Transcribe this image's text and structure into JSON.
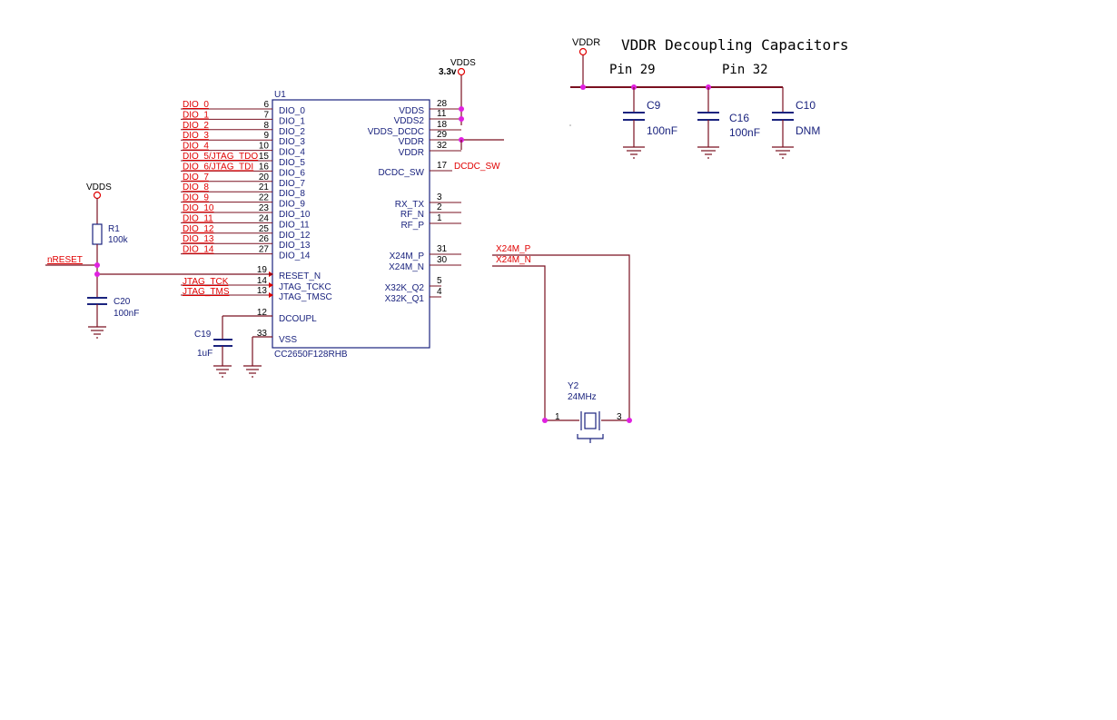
{
  "title": {
    "vddr_label": "VDDR",
    "heading": "VDDR Decoupling Capacitors",
    "pin29": "Pin 29",
    "pin32": "Pin 32"
  },
  "decoupling": [
    {
      "ref": "C9",
      "value": "100nF"
    },
    {
      "ref": "C16",
      "value": "100nF"
    },
    {
      "ref": "C10",
      "value": "DNM"
    }
  ],
  "u1": {
    "ref": "U1",
    "part": "CC2650F128RHB",
    "supply_label": "VDDS",
    "supply_voltage": "3.3v",
    "left_pins": [
      {
        "num": "6",
        "name": "DIO_0",
        "net": "DIO_0"
      },
      {
        "num": "7",
        "name": "DIO_1",
        "net": "DIO_1"
      },
      {
        "num": "8",
        "name": "DIO_2",
        "net": "DIO_2"
      },
      {
        "num": "9",
        "name": "DIO_3",
        "net": "DIO_3"
      },
      {
        "num": "10",
        "name": "DIO_4",
        "net": "DIO_4"
      },
      {
        "num": "15",
        "name": "DIO_5",
        "net": "DIO_5/JTAG_TDO"
      },
      {
        "num": "16",
        "name": "DIO_6",
        "net": "DIO_6/JTAG_TDI"
      },
      {
        "num": "20",
        "name": "DIO_7",
        "net": "DIO_7"
      },
      {
        "num": "21",
        "name": "DIO_8",
        "net": "DIO_8"
      },
      {
        "num": "22",
        "name": "DIO_9",
        "net": "DIO_9"
      },
      {
        "num": "23",
        "name": "DIO_10",
        "net": "DIO_10"
      },
      {
        "num": "24",
        "name": "DIO_11",
        "net": "DIO_11"
      },
      {
        "num": "25",
        "name": "DIO_12",
        "net": "DIO_12"
      },
      {
        "num": "26",
        "name": "DIO_13",
        "net": "DIO_13"
      },
      {
        "num": "27",
        "name": "DIO_14",
        "net": "DIO_14"
      }
    ],
    "ctrl_pins": [
      {
        "num": "19",
        "name": "RESET_N",
        "net": ""
      },
      {
        "num": "14",
        "name": "JTAG_TCKC",
        "net": "JTAG_TCK"
      },
      {
        "num": "13",
        "name": "JTAG_TMSC",
        "net": "JTAG_TMS"
      },
      {
        "num": "12",
        "name": "DCOUPL",
        "net": ""
      },
      {
        "num": "33",
        "name": "VSS",
        "net": ""
      }
    ],
    "right_pins": [
      {
        "num": "28",
        "name": "VDDS"
      },
      {
        "num": "11",
        "name": "VDDS2"
      },
      {
        "num": "18",
        "name": "VDDS_DCDC"
      },
      {
        "num": "29",
        "name": "VDDR"
      },
      {
        "num": "32",
        "name": "VDDR"
      },
      {
        "num": "17",
        "name": "DCDC_SW"
      },
      {
        "num": "3",
        "name": "RX_TX"
      },
      {
        "num": "2",
        "name": "RF_N"
      },
      {
        "num": "1",
        "name": "RF_P"
      },
      {
        "num": "31",
        "name": "X24M_P"
      },
      {
        "num": "30",
        "name": "X24M_N"
      },
      {
        "num": "5",
        "name": "X32K_Q2"
      },
      {
        "num": "4",
        "name": "X32K_Q1"
      }
    ],
    "dcdc_net": "DCDC_SW"
  },
  "reset": {
    "vdds_label": "VDDS",
    "r_ref": "R1",
    "r_value": "100k",
    "net": "nRESET",
    "c_ref": "C20",
    "c_value": "100nF"
  },
  "c19": {
    "ref": "C19",
    "value": "1uF"
  },
  "crystal": {
    "ref": "Y2",
    "value": "24MHz",
    "pin1": "1",
    "pin3": "3",
    "net_p": "X24M_P",
    "net_n": "X24M_N"
  },
  "colors": {
    "wire": "#7a1020",
    "body": "#1a237e",
    "net_label": "#e00000",
    "junction": "#e020e0"
  }
}
